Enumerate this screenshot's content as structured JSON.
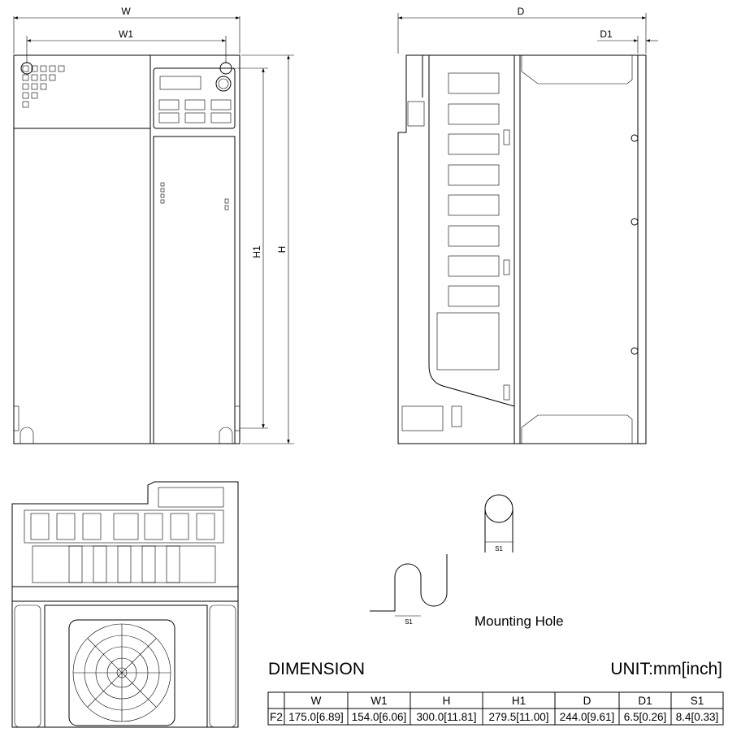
{
  "dimension_labels": {
    "W": "W",
    "W1": "W1",
    "H": "H",
    "H1": "H1",
    "D": "D",
    "D1": "D1",
    "S1_top": "S1",
    "S1_bottom": "S1"
  },
  "mounting_hole_label": "Mounting Hole",
  "table_title": "DIMENSION",
  "unit_label": "UNIT:mm[inch]",
  "table": {
    "headers": [
      "",
      "W",
      "W1",
      "H",
      "H1",
      "D",
      "D1",
      "S1"
    ],
    "rows": [
      [
        "F2",
        "175.0[6.89]",
        "154.0[6.06]",
        "300.0[11.81]",
        "279.5[11.00]",
        "244.0[9.61]",
        "6.5[0.26]",
        "8.4[0.33]"
      ]
    ]
  }
}
